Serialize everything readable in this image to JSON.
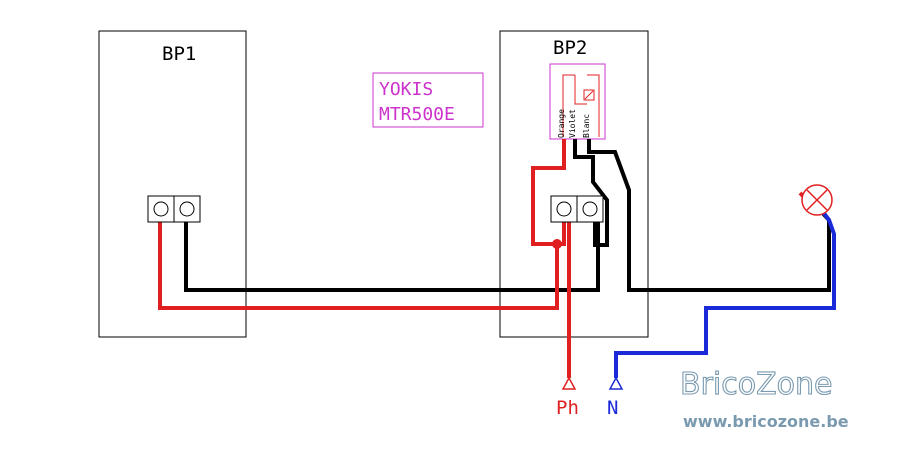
{
  "boxes": {
    "bp1_label": "BP1",
    "bp2_label": "BP2"
  },
  "module": {
    "brand": "YOKIS",
    "model": "MTR500E",
    "wires": [
      "Orange",
      "Violet",
      "Blanc"
    ]
  },
  "terminals": {
    "phase": "Ph",
    "neutral": "N"
  },
  "watermark": {
    "logo": "BricoZone",
    "url": "www.bricozone.be"
  },
  "colors": {
    "black_wire": "#000000",
    "red_wire": "#e02020",
    "blue_wire": "#1a2ad8",
    "module": "#cc33cc",
    "lamp": "#e02020",
    "watermark": "#7a9ab0"
  }
}
